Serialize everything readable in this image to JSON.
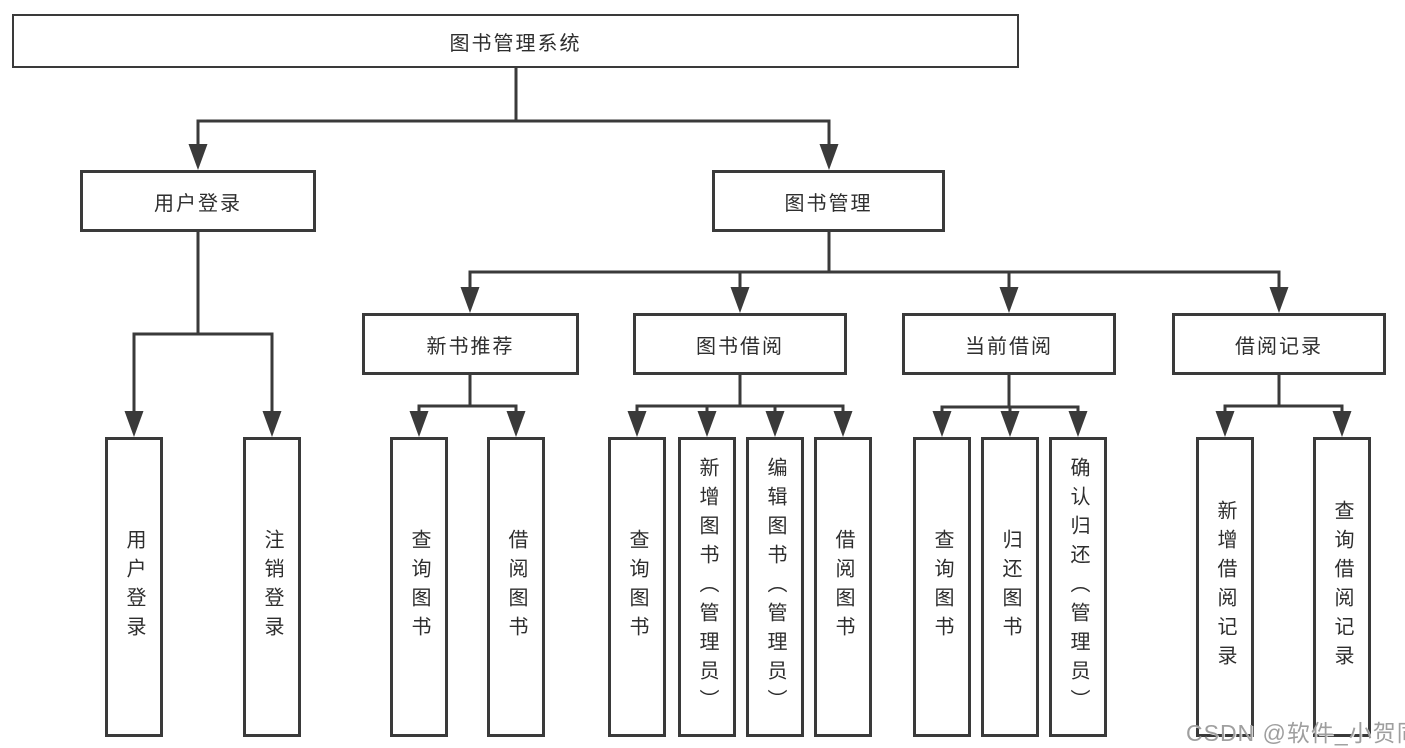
{
  "diagram": {
    "root": {
      "label": "图书管理系统"
    },
    "branches": [
      {
        "label": "用户登录",
        "leaves": [
          {
            "label": "用户登录"
          },
          {
            "label": "注销登录"
          }
        ]
      },
      {
        "label": "图书管理",
        "groups": [
          {
            "label": "新书推荐",
            "leaves": [
              {
                "label": "查询图书"
              },
              {
                "label": "借阅图书"
              }
            ]
          },
          {
            "label": "图书借阅",
            "leaves": [
              {
                "label": "查询图书"
              },
              {
                "label": "新增图书（管理员）"
              },
              {
                "label": "编辑图书（管理员）"
              },
              {
                "label": "借阅图书"
              }
            ]
          },
          {
            "label": "当前借阅",
            "leaves": [
              {
                "label": "查询图书"
              },
              {
                "label": "归还图书"
              },
              {
                "label": "确认归还（管理员）"
              }
            ]
          },
          {
            "label": "借阅记录",
            "leaves": [
              {
                "label": "新增借阅记录"
              },
              {
                "label": "查询借阅记录"
              }
            ]
          }
        ]
      }
    ]
  },
  "watermark": {
    "text": "CSDN @软件_小贺同学"
  },
  "colors": {
    "line": "#3a3a3a",
    "border": "#3a3a3a",
    "text": "#2e2e2e",
    "background": "#ffffff",
    "watermark": "#9f9f9f"
  }
}
